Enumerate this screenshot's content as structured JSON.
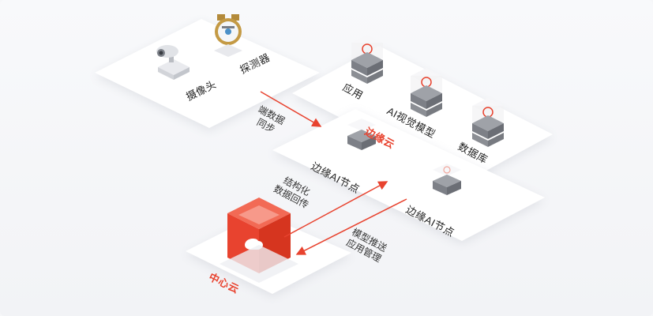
{
  "colors": {
    "accent": "#e8432f",
    "platform": "#ffffff",
    "server_gray": "#8d9096"
  },
  "devices": {
    "camera_label": "摄像头",
    "detector_label": "探测器"
  },
  "edge_cloud": {
    "title": "边缘云",
    "app_label": "应用",
    "ai_model_label": "AI视觉模型",
    "database_label": "数据库",
    "node1_label": "边缘AI节点",
    "node2_label": "边缘AI节点"
  },
  "center_cloud": {
    "title": "中心云"
  },
  "arrows": {
    "sync_line1": "端数据",
    "sync_line2": "同步",
    "upload_line1": "结构化",
    "upload_line2": "数据回传",
    "push_line1": "模型推送",
    "push_line2": "应用管理"
  }
}
